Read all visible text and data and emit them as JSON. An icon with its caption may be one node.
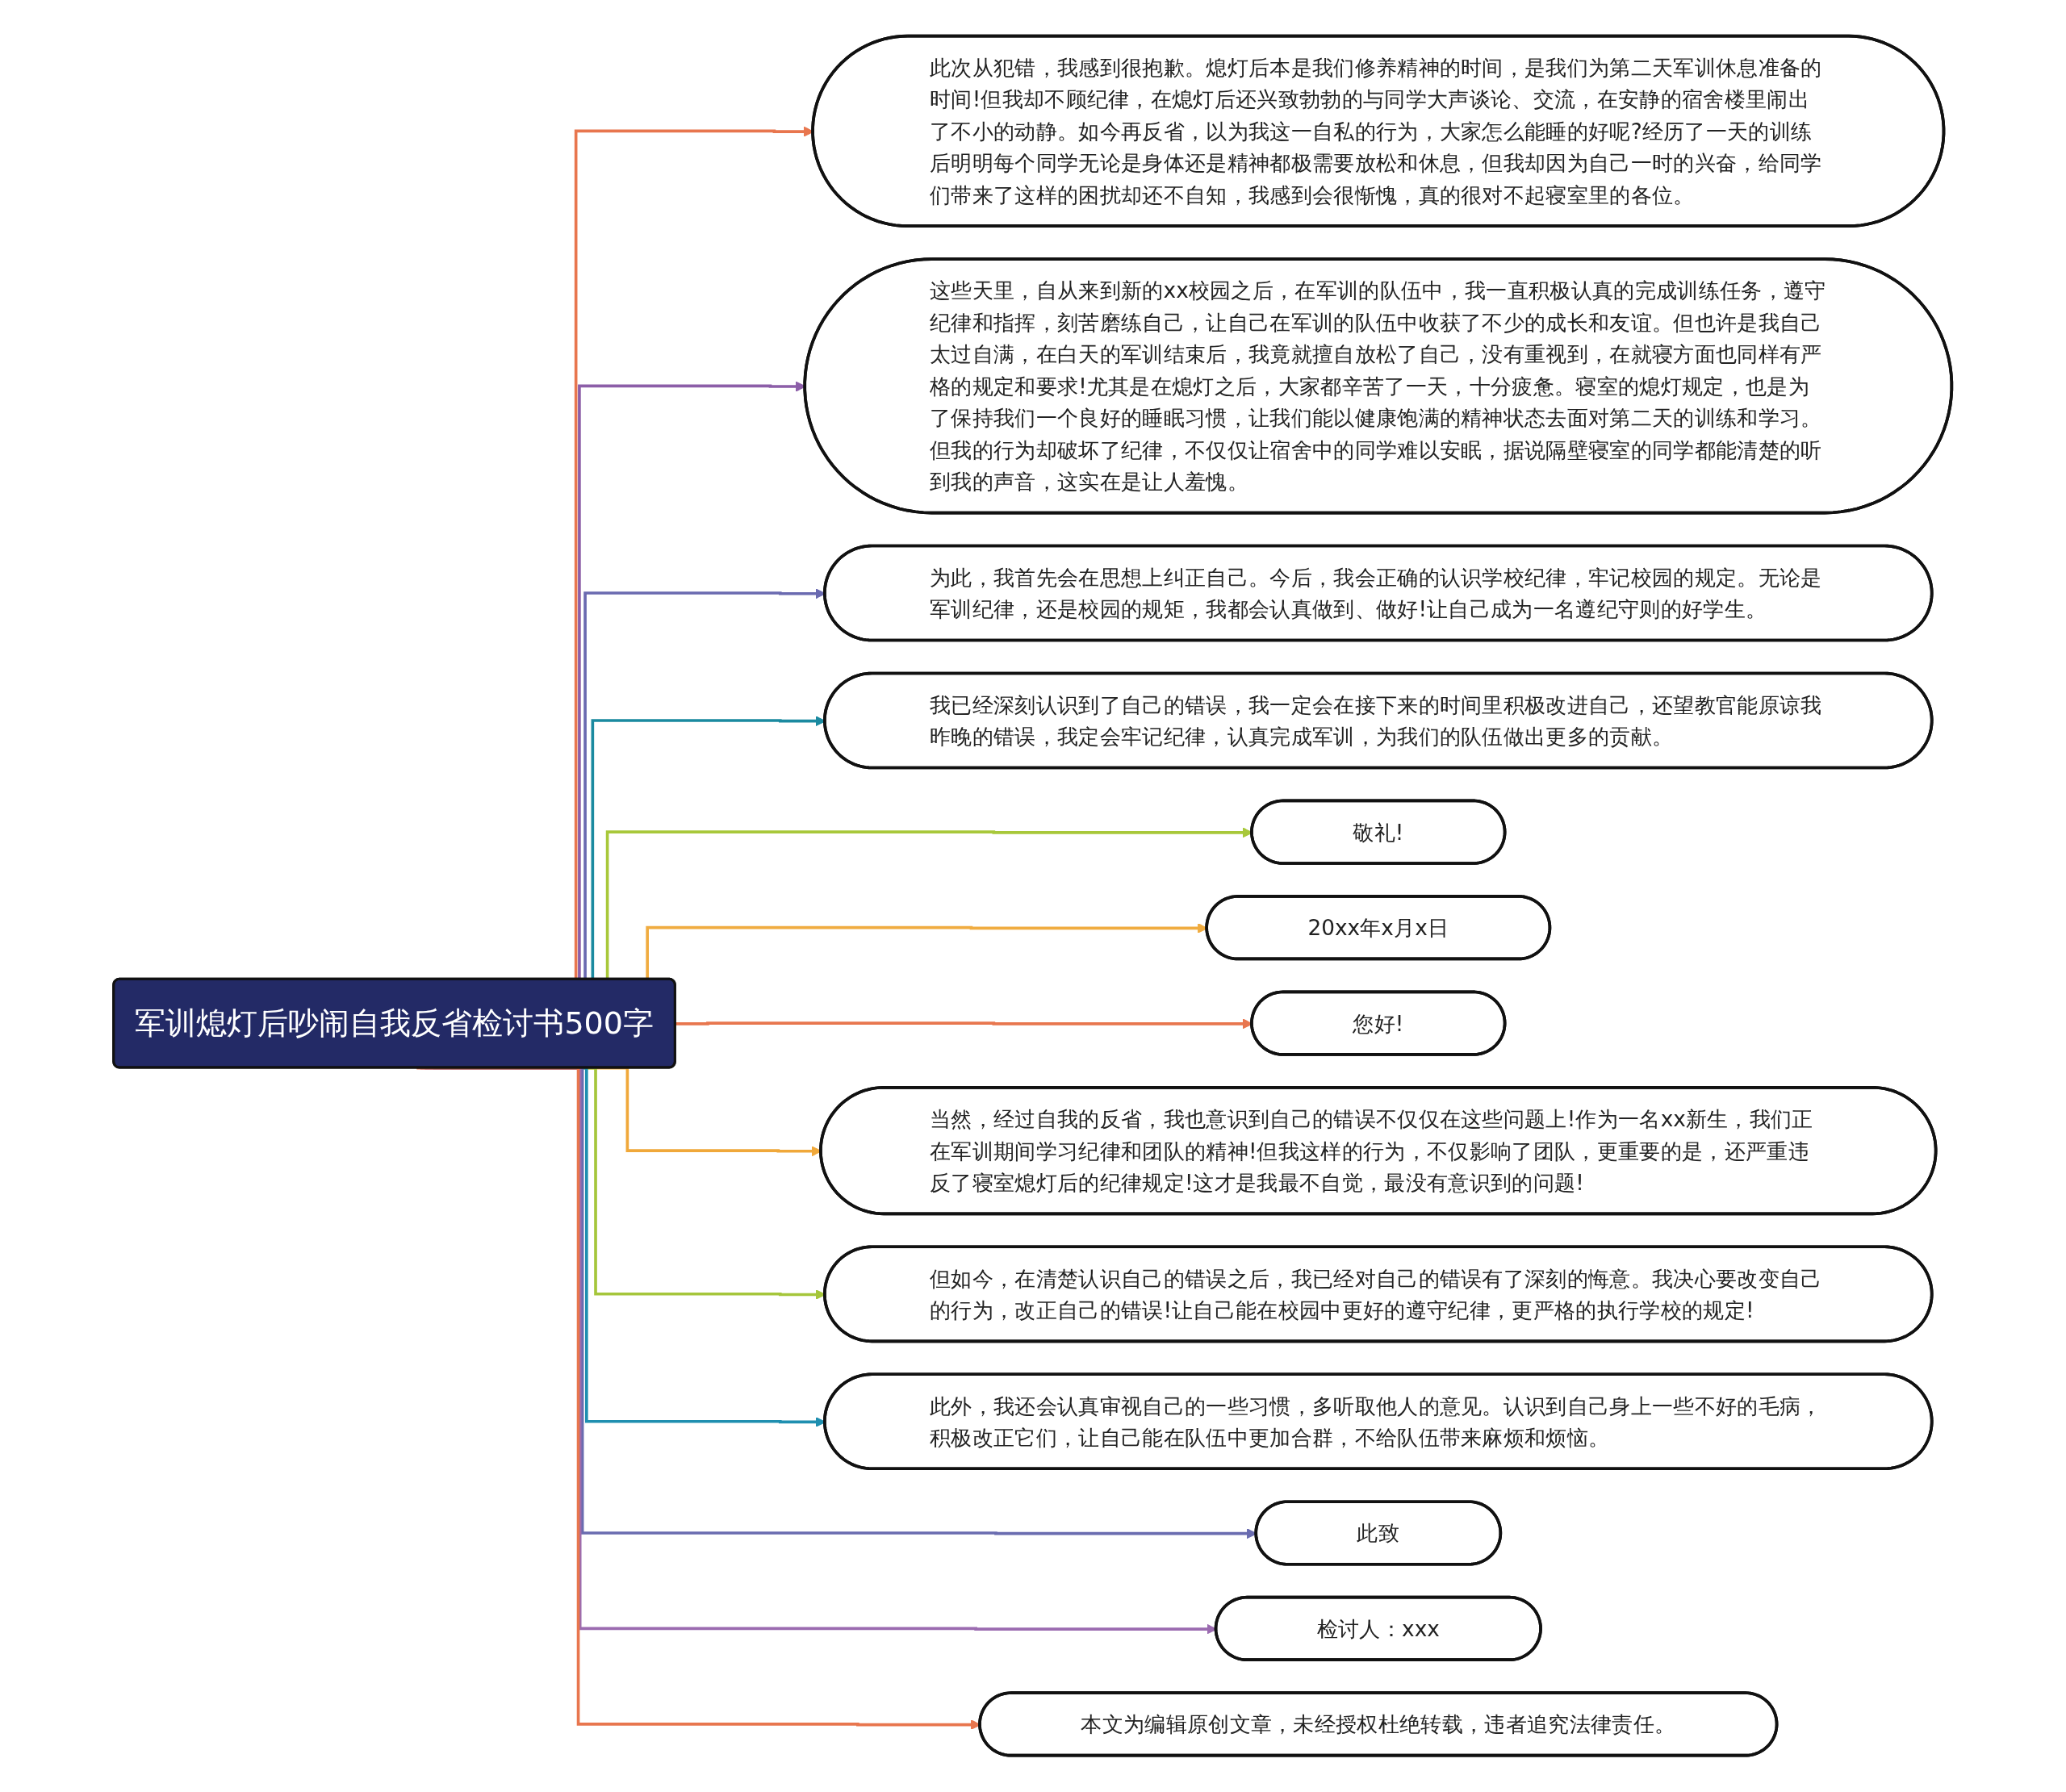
{
  "diagram": {
    "nodes": [
      {
        "text": [
          "军训熄灯后吵闹自我反省检讨书500字"
        ]
      },
      {
        "text": [
          "此次从犯错，我感到很抱歉。熄灯后本是我们修养精神的时间，是我们为第二天军训休息准备的时间!但我却不顾纪律，在熄灯后还兴致勃勃的与同学大声谈论、交流，在安静的宿舍楼里闹出了不小的动静。如今再反省，以为我这一自私的行为，大家怎么能睡的好呢?经历了一天的训练后明明每个同学无论是身体还是精神都极需要放松和休息，但我却因为自己一时的兴奋，给同学们带来了这样的困扰却还不自知，我感到会很惭愧，真的很对不起寝室里的各位。"
        ]
      },
      {
        "text": [
          "这些天里，自从来到新的xx校园之后，在军训的队伍中，我一直积极认真的完成训练任务，遵守纪律和指挥，刻苦磨练自己，让自己在军训的队伍中收获了不少的成长和友谊。但也许是我自己太过自满，在白天的军训结束后，我竟就擅自放松了自己，没有重视到，在就寝方面也同样有严格的规定和要求!尤其是在熄灯之后，大家都辛苦了一天，十分疲惫。寝室的熄灯规定，也是为了保持我们一个良好的睡眠习惯，让我们能以健康饱满的精神状态去面对第二天的训练和学习。但我的行为却破坏了纪律，不仅仅让宿舍中的同学难以安眠，据说隔壁寝室的同学都能清楚的听到我的声音，这实在是让人羞愧。"
        ]
      },
      {
        "text": [
          "为此，我首先会在思想上纠正自己。今后，我会正确的认识学校纪律，牢记校园的规定。无论是军训纪律，还是校园的规矩，我都会认真做到、做好!让自己成为一名遵纪守则的好学生。"
        ]
      },
      {
        "text": [
          "我已经深刻认识到了自己的错误，我一定会在接下来的时间里积极改进自己，还望教官能原谅我昨晚的错误，我定会牢记纪律，认真完成军训，为我们的队伍做出更多的贡献。"
        ]
      },
      {
        "text": [
          "敬礼!"
        ]
      },
      {
        "text": [
          "20xx年x月x日"
        ]
      },
      {
        "text": [
          "您好!"
        ]
      },
      {
        "text": [
          "当然，经过自我的反省，我也意识到自己的错误不仅仅在这些问题上!作为一名xx新生，我们正在军训期间学习纪律和团队的精神!但我这样的行为，不仅影响了团队，更重要的是，还严重违反了寝室熄灯后的纪律规定!这才是我最不自觉，最没有意识到的问题!"
        ]
      },
      {
        "text": [
          "但如今，在清楚认识自己的错误之后，我已经对自己的错误有了深刻的悔意。我决心要改变自己的行为，改正自己的错误!让自己能在校园中更好的遵守纪律，更严格的执行学校的规定!"
        ]
      },
      {
        "text": [
          "此外，我还会认真审视自己的一些习惯，多听取他人的意见。认识到自己身上一些不好的毛病，积极改正它们，让自己能在队伍中更加合群，不给队伍带来麻烦和烦恼。"
        ]
      },
      {
        "text": [
          "此致"
        ]
      },
      {
        "text": [
          "检讨人：xxx"
        ]
      },
      {
        "text": [
          "本文为编辑原创文章，未经授权杜绝转载，违者追究法律责任。"
        ]
      }
    ],
    "edges": [
      {
        "from": 0,
        "to": 1,
        "arrow": "to",
        "color": "#e8764e"
      },
      {
        "from": 0,
        "to": 2,
        "arrow": "to",
        "color": "#8c5ea8"
      },
      {
        "from": 0,
        "to": 3,
        "arrow": "to",
        "color": "#6a6ab0"
      },
      {
        "from": 0,
        "to": 4,
        "arrow": "to",
        "color": "#1b8aa0"
      },
      {
        "from": 0,
        "to": 5,
        "arrow": "to",
        "color": "#a8c83a"
      },
      {
        "from": 0,
        "to": 6,
        "arrow": "to",
        "color": "#f0ac40"
      },
      {
        "from": 0,
        "to": 7,
        "arrow": "to",
        "color": "#e8764e"
      },
      {
        "from": 0,
        "to": 8,
        "arrow": "to",
        "color": "#f0a83a"
      },
      {
        "from": 0,
        "to": 9,
        "arrow": "to",
        "color": "#a5c63b"
      },
      {
        "from": 0,
        "to": 10,
        "arrow": "to",
        "color": "#1f8fb0"
      },
      {
        "from": 0,
        "to": 11,
        "arrow": "to",
        "color": "#6a6cb0"
      },
      {
        "from": 0,
        "to": 12,
        "arrow": "to",
        "color": "#9b6bb0"
      },
      {
        "from": 0,
        "to": 13,
        "arrow": "to",
        "color": "#e8764e"
      }
    ]
  }
}
